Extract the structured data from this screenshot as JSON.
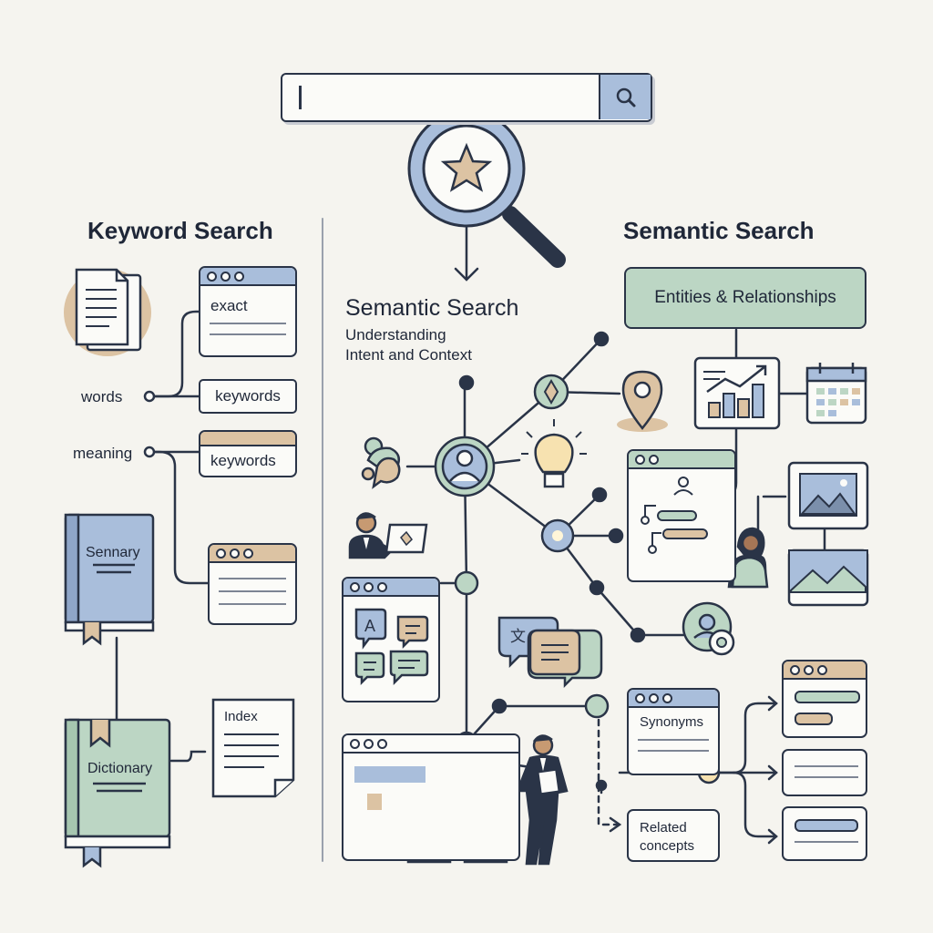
{
  "search_bar": {
    "value": ""
  },
  "keyword": {
    "heading": "Keyword Search",
    "exact_label": "exact",
    "words_label": "words",
    "keywords_label_1": "keywords",
    "meaning_label": "meaning",
    "keywords_label_2": "keywords",
    "book1_title": "Sennary",
    "book2_title": "Dictionary",
    "index_label": "Index"
  },
  "center": {
    "title": "Semantic Search",
    "subtitle_line1": "Understanding",
    "subtitle_line2": "Intent and Context"
  },
  "semantic": {
    "heading": "Semantic Search",
    "entities_label": "Entities & Relationships",
    "synonyms_label": "Synonyms",
    "related_line1": "Related",
    "related_line2": "concepts"
  },
  "colors": {
    "ink": "#2a3447",
    "blue": "#a9bedb",
    "green": "#bcd6c4",
    "tan": "#dcc3a3",
    "background": "#f5f4ef"
  }
}
